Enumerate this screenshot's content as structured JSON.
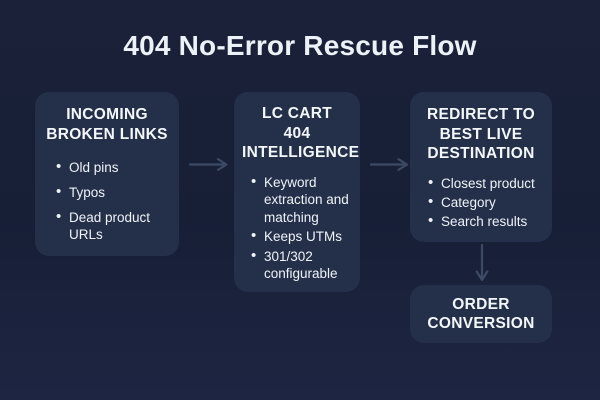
{
  "title": "404 No-Error Rescue Flow",
  "nodes": [
    {
      "id": "incoming-broken-links",
      "heading": "INCOMING\nBROKEN LINKS",
      "bullets": [
        "Old pins",
        "Typos",
        "Dead product URLs"
      ]
    },
    {
      "id": "lc-cart-404-intelligence",
      "heading": "LC CART\n404\nINTELLIGENCE",
      "bullets": [
        "Keyword extraction and matching",
        "Keeps UTMs",
        "301/302 configurable"
      ]
    },
    {
      "id": "redirect-to-best-live-destination",
      "heading": "REDIRECT TO\nBEST LIVE\nDESTINATION",
      "bullets": [
        "Closest product",
        "Category",
        "Search results"
      ]
    },
    {
      "id": "order-conversion",
      "heading": "ORDER\nCONVERSION",
      "bullets": []
    }
  ],
  "arrows": [
    {
      "from": "incoming-broken-links",
      "to": "lc-cart-404-intelligence",
      "direction": "right"
    },
    {
      "from": "lc-cart-404-intelligence",
      "to": "redirect-to-best-live-destination",
      "direction": "right"
    },
    {
      "from": "redirect-to-best-live-destination",
      "to": "order-conversion",
      "direction": "down"
    }
  ],
  "colors": {
    "background": "#171F37",
    "node_fill": "#243049",
    "text": "#EFF3F9",
    "title_text": "#EDF1F8",
    "arrow": "#3D4A66"
  }
}
